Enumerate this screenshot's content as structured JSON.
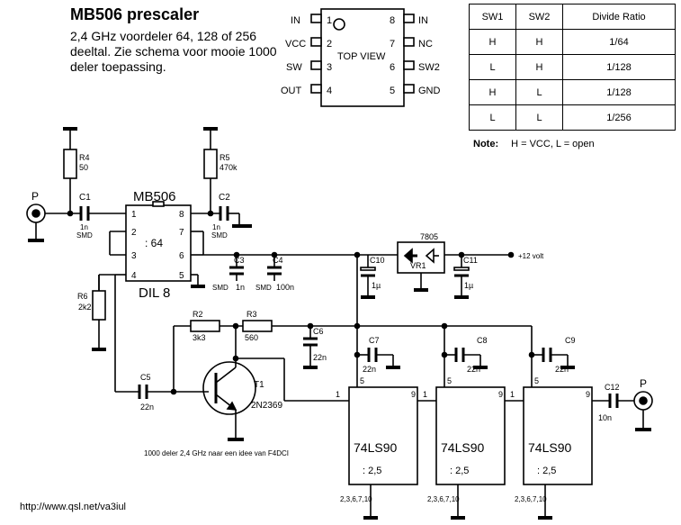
{
  "header": {
    "title": "MB506 prescaler",
    "description": "2,4 GHz voordeler 64, 128 of 256 deeltal.  Zie schema voor mooie 1000 deler toepassing."
  },
  "pinout": {
    "view_label": "TOP VIEW",
    "left_pins": [
      {
        "num": "1",
        "name": "IN"
      },
      {
        "num": "2",
        "name": "VCC"
      },
      {
        "num": "3",
        "name": "SW"
      },
      {
        "num": "4",
        "name": "OUT"
      }
    ],
    "right_pins": [
      {
        "num": "8",
        "name": "IN"
      },
      {
        "num": "7",
        "name": "NC"
      },
      {
        "num": "6",
        "name": "SW2"
      },
      {
        "num": "5",
        "name": "GND"
      }
    ]
  },
  "truth_table": {
    "headers": [
      "SW1",
      "SW2",
      "Divide Ratio"
    ],
    "rows": [
      [
        "H",
        "H",
        "1/64"
      ],
      [
        "L",
        "H",
        "1/128"
      ],
      [
        "H",
        "L",
        "1/128"
      ],
      [
        "L",
        "L",
        "1/256"
      ]
    ],
    "note_label": "Note:",
    "note_text": "H = VCC, L = open"
  },
  "schematic": {
    "port_in": "P",
    "port_out": "P",
    "R4": {
      "ref": "R4",
      "value": "50"
    },
    "C1": {
      "ref": "C1",
      "value": "1n",
      "pkg": "SMD"
    },
    "R5": {
      "ref": "R5",
      "value": "470k"
    },
    "C2": {
      "ref": "C2",
      "value": "1n",
      "pkg": "SMD"
    },
    "ic": {
      "name": "MB506",
      "ratio": ": 64",
      "package": "DIL 8",
      "pins_left": [
        "1",
        "2",
        "3",
        "4"
      ],
      "pins_right": [
        "8",
        "7",
        "6",
        "5"
      ]
    },
    "C3": {
      "ref": "C3",
      "value": "1n",
      "pkg": "SMD"
    },
    "C4": {
      "ref": "C4",
      "value": "100n",
      "pkg": "SMD"
    },
    "reg": {
      "part": "7805",
      "ref": "VR1"
    },
    "supply": "+12 volt",
    "C10": {
      "ref": "C10",
      "value": "1µ"
    },
    "C11": {
      "ref": "C11",
      "value": "1µ"
    },
    "R6": {
      "ref": "R6",
      "value": "2k2"
    },
    "R2": {
      "ref": "R2",
      "value": "3k3"
    },
    "R3": {
      "ref": "R3",
      "value": "560"
    },
    "C6": {
      "ref": "C6",
      "value": "22n"
    },
    "C5": {
      "ref": "C5",
      "value": "22n"
    },
    "T1": {
      "ref": "T1",
      "part": "2N2369"
    },
    "C7": {
      "ref": "C7",
      "value": "22n"
    },
    "C8": {
      "ref": "C8",
      "value": "22n"
    },
    "C9": {
      "ref": "C9",
      "value": "22n"
    },
    "C12": {
      "ref": "C12",
      "value": "10n"
    },
    "counters": [
      {
        "name": "74LS90",
        "ratio": ": 2,5",
        "pin_in": "1",
        "pin_vcc": "5",
        "pin_out": "9",
        "pins_gnd": "2,3,6,7,10"
      },
      {
        "name": "74LS90",
        "ratio": ": 2,5",
        "pin_in": "1",
        "pin_vcc": "5",
        "pin_out": "9",
        "pins_gnd": "2,3,6,7,10"
      },
      {
        "name": "74LS90",
        "ratio": ": 2,5",
        "pin_in": "1",
        "pin_vcc": "5",
        "pin_out": "9",
        "pins_gnd": "2,3,6,7,10"
      }
    ],
    "credit": "1000 deler 2,4 GHz naar een idee van F4DCI"
  },
  "footer": {
    "url": "http://www.qsl.net/va3iul"
  }
}
